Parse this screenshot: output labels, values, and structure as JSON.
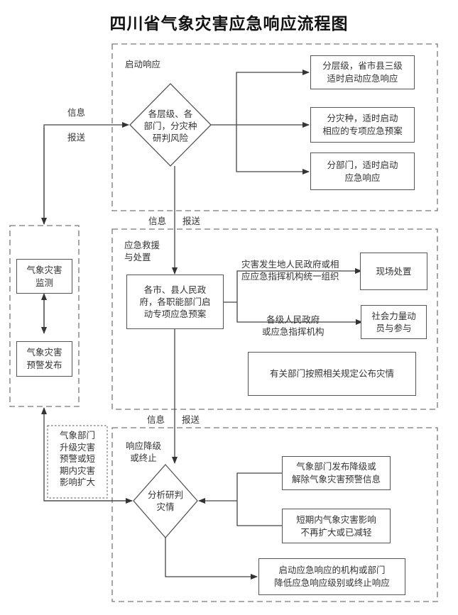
{
  "title": "四川省气象灾害应急响应流程图",
  "sections": {
    "start_response": {
      "label": "启动响应",
      "diamond": "各层级、各\n部门，分灾种\n研判风险",
      "outcomes": [
        "分层级，省市县三级\n适时启动应急响应",
        "分灾种，适时启动\n相应的专项应急预案",
        "分部门，适时启动\n应急响应"
      ]
    },
    "rescue": {
      "label": "应急救援\n与处置",
      "main_box": "各市、县人民政\n府，各职能部门启\n动专项应急预案",
      "branch1_label": "灾害发生地人民政府或相\n应应急指挥机构统一组织",
      "branch1_box": "现场处置",
      "branch2_label": "各级人民政府\n或应急指挥机构",
      "branch2_box": "社会力量动\n员与参与",
      "publish_box": "有关部门按照相关规定公布灾情"
    },
    "downgrade": {
      "label": "响应降级\n或终止",
      "diamond": "分析研判\n灾情",
      "inputs": [
        "气象部门发布降级或\n解除气象灾害预警信息",
        "短期内气象灾害影响\n不再扩大或已减轻"
      ],
      "outcome": "启动应急响应的机构或部门\n降低应急响应级别或终止响应"
    },
    "monitoring": {
      "box1": "气象灾害\n监测",
      "box2": "气象灾害\n预警发布"
    },
    "escalation_note": "气象部门\n升级灾害\n预警或短\n期内灾害\n影响扩大"
  },
  "flow_labels": {
    "info": "信息",
    "report": "报送"
  },
  "colors": {
    "line": "#444444",
    "dash": "#777777",
    "text": "#333333"
  }
}
